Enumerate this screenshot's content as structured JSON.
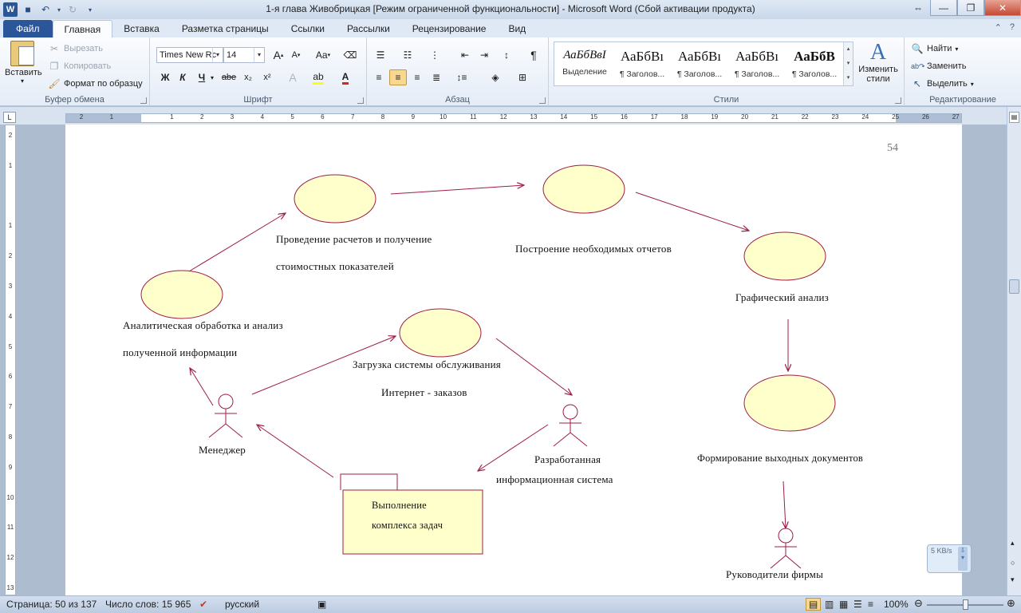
{
  "window": {
    "title": "1-я глава Живобрицкая [Режим ограниченной функциональности]  -  Microsoft Word (Сбой активации продукта)"
  },
  "tabs": [
    "Файл",
    "Главная",
    "Вставка",
    "Разметка страницы",
    "Ссылки",
    "Рассылки",
    "Рецензирование",
    "Вид"
  ],
  "clipboard": {
    "paste": "Вставить",
    "cut": "Вырезать",
    "copy": "Копировать",
    "format_painter": "Формат по образцу",
    "label": "Буфер обмена"
  },
  "font": {
    "family": "Times New Rc",
    "size": "14",
    "label": "Шрифт",
    "bold": "Ж",
    "italic": "К",
    "underline": "Ч",
    "strike": "abe",
    "sub": "x₂",
    "sup": "x²",
    "grow": "A",
    "shrink": "A",
    "case": "Aa"
  },
  "paragraph": {
    "label": "Абзац"
  },
  "styles": {
    "label": "Стили",
    "items": [
      {
        "sample": "АаБбВвІ",
        "name": "Выделение"
      },
      {
        "sample": "АаБбВı",
        "name": "¶ Заголов..."
      },
      {
        "sample": "АаБбВı",
        "name": "¶ Заголов..."
      },
      {
        "sample": "АаБбВı",
        "name": "¶ Заголов..."
      },
      {
        "sample": "АаБбВ",
        "name": "¶ Заголов..."
      }
    ],
    "change_styles": "Изменить стили"
  },
  "editing": {
    "label": "Редактирование",
    "find": "Найти",
    "replace": "Заменить",
    "select": "Выделить"
  },
  "ruler": {
    "h": [
      "2",
      "1",
      "",
      "1",
      "2",
      "3",
      "4",
      "5",
      "6",
      "7",
      "8",
      "9",
      "10",
      "11",
      "12",
      "13",
      "14",
      "15",
      "16",
      "17",
      "18",
      "19",
      "20",
      "21",
      "22",
      "23",
      "24",
      "25",
      "26",
      "27"
    ],
    "v": [
      "2",
      "1",
      "",
      "1",
      "2",
      "3",
      "4",
      "5",
      "6",
      "7",
      "8",
      "9",
      "10",
      "11",
      "12",
      "13"
    ]
  },
  "document": {
    "page_number": "54",
    "labels": {
      "calc1": "Проведение  расчетов и получение",
      "calc2": "стоимостных  показателей",
      "reports": "Построение  необходимых  отчетов",
      "graph": "Графический  анализ",
      "analytic1": "Аналитическая  обработка  и  анализ",
      "analytic2": "полученной информации",
      "load1": "Загрузка  системы обслуживания",
      "load2": "Интернет  - заказов",
      "manager": "Менеджер",
      "devsys1": "Разработанная",
      "devsys2": "информационная  система",
      "output": "Формирование выходных документов",
      "task1": "Выполнение",
      "task2": "комплекса задач",
      "heads": "Руководители  фирмы"
    }
  },
  "status": {
    "page": "Страница: 50 из 137",
    "words": "Число слов: 15 965",
    "lang": "русский",
    "zoom": "100%"
  },
  "net_widget": "5 KB/s",
  "colors": {
    "ellipse_fill": "#ffffcc",
    "ellipse_stroke": "#9e1c4a",
    "connector": "#9e1c4a"
  }
}
